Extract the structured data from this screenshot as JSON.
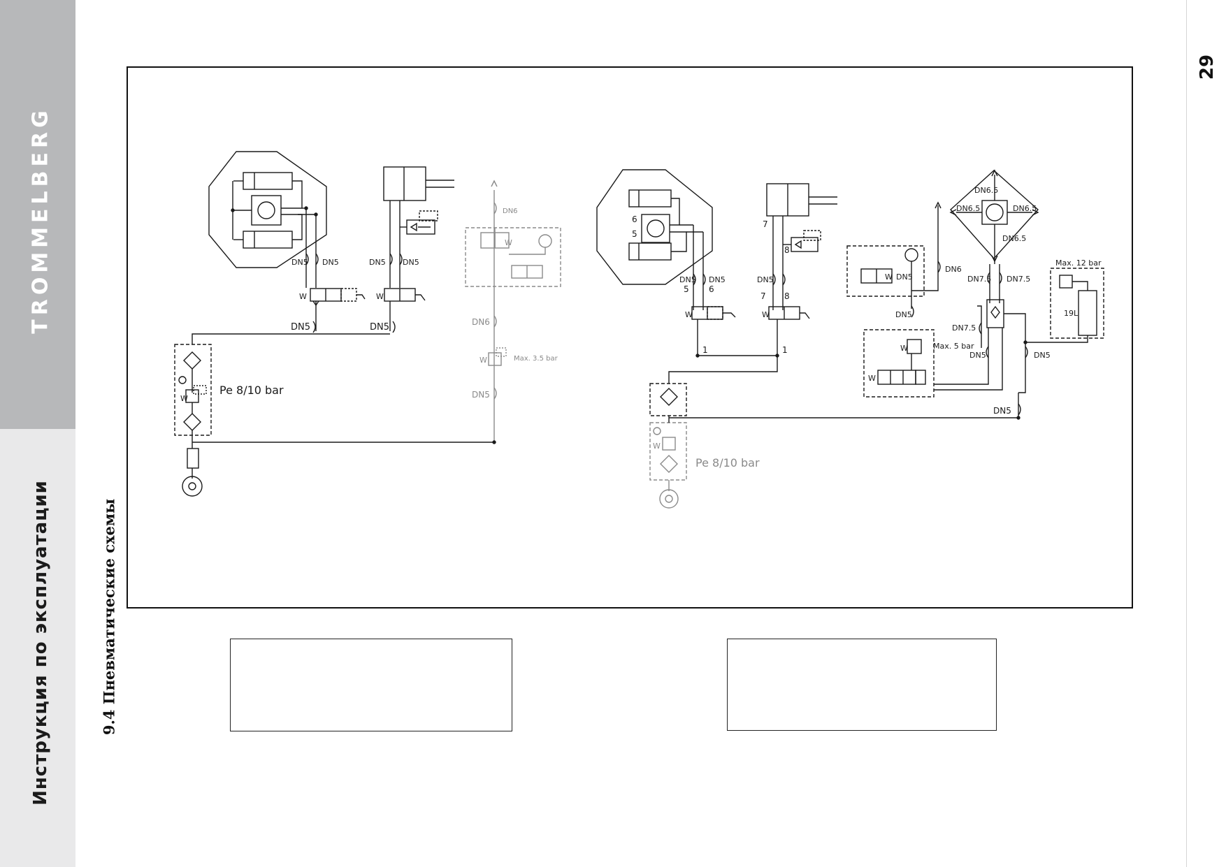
{
  "sidebar": {
    "brand": "TROMMELBERG",
    "manual_title": "Инструкция по эксплуатации"
  },
  "page_number": "29",
  "section_title": "9.4 Пневматические схемы",
  "diagram": {
    "left": {
      "valve_dn_a": "DN5",
      "valve_dn_b": "DN5",
      "valve_dn_c": "DN5",
      "valve_dn_d": "DN5",
      "supply_dn_1": "DN5",
      "supply_dn_2": "DN5",
      "branch_dn_top": "DN6",
      "branch_dn_mid": "DN6",
      "branch_dn_low": "DN5",
      "regulator_max": "Max. 3.5 bar",
      "supply_pressure": "Pe 8/10 bar",
      "w": "W"
    },
    "right": {
      "dn_a": "DN5",
      "dn_b": "DN5",
      "port_5": "5",
      "port_6": "6",
      "dn_c": "DN5",
      "port_7": "7",
      "port_8": "8",
      "line_1": "1",
      "dn6_5_top": "DN6.5",
      "dn6_5_left": "DN6.5",
      "dn6_5_right": "DN6.5",
      "dn6_5_bottom": "DN6.5",
      "dn6": "DN6",
      "dn5_gauge": "DN5",
      "dn5_mid": "DN5",
      "dn7_5_a": "DN7.5",
      "dn7_5_b": "DN7.5",
      "dn7_5_c": "DN7.5",
      "max_5": "Max. 5 bar",
      "dn5_r1": "DN5",
      "dn5_r2": "DN5",
      "dn5_bottom": "DN5",
      "max_12": "Max. 12 bar",
      "tank": "19L",
      "supply_pressure": "Pe 8/10 bar",
      "w": "W"
    }
  }
}
